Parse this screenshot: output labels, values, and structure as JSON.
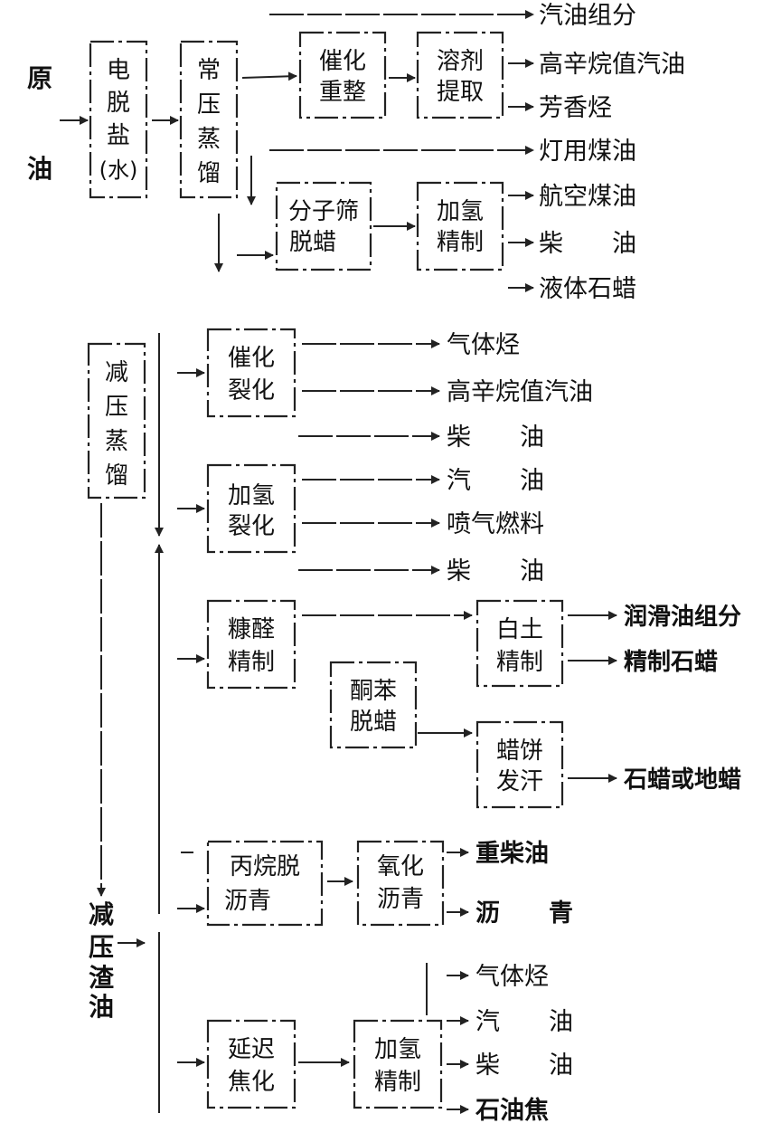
{
  "inputs": {
    "crude_oil": [
      "原",
      "油"
    ],
    "vacuum_residue": [
      "减",
      "压",
      "渣",
      "油"
    ]
  },
  "process_boxes": {
    "desalting": [
      "电",
      "脱",
      "盐",
      "(水)"
    ],
    "atm_distillation": [
      "常",
      "压",
      "蒸",
      "馏"
    ],
    "catalytic_reforming": [
      "催化",
      "重整"
    ],
    "solvent_extraction": [
      "溶剂",
      "提取"
    ],
    "molecular_sieve_dewaxing": [
      "分子筛",
      "脱蜡"
    ],
    "hydrofining_1": [
      "加氢",
      "精制"
    ],
    "vacuum_distillation": [
      "减",
      "压",
      "蒸",
      "馏"
    ],
    "catalytic_cracking": [
      "催化",
      "裂化"
    ],
    "hydrocracking": [
      "加氢",
      "裂化"
    ],
    "furfural_refining": [
      "糠醛",
      "精制"
    ],
    "ketone_benzene_dewaxing": [
      "酮苯",
      "脱蜡"
    ],
    "clay_refining": [
      "白土",
      "精制"
    ],
    "wax_sweating": [
      "蜡饼",
      "发汗"
    ],
    "propane_deasphalting": [
      "丙烷脱",
      "沥青"
    ],
    "asphalt_oxidation": [
      "氧化",
      "沥青"
    ],
    "delayed_coking": [
      "延迟",
      "焦化"
    ],
    "hydrofining_2": [
      "加氢",
      "精制"
    ]
  },
  "products": {
    "gasoline_components": "汽油组分",
    "high_octane_gasoline_1": "高辛烷值汽油",
    "aromatics": "芳香烃",
    "lamp_kerosene": "灯用煤油",
    "jet_kerosene": "航空煤油",
    "diesel_1": "柴　　油",
    "liquid_paraffin": "液体石蜡",
    "gaseous_hydrocarbons_1": "气体烃",
    "high_octane_gasoline_2": "高辛烷值汽油",
    "diesel_2": "柴　　油",
    "gasoline_1": "汽　　油",
    "jet_fuel": "喷气燃料",
    "diesel_3": "柴　　油",
    "lube_oil_components": "润滑油组分",
    "refined_paraffin": "精制石蜡",
    "paraffin_or_ceresin": "石蜡或地蜡",
    "heavy_diesel": "重柴油",
    "asphalt": "沥　　青",
    "gaseous_hydrocarbons_2": "气体烃",
    "gasoline_2": "汽　　油",
    "diesel_4": "柴　　油",
    "petroleum_coke": "石油焦"
  },
  "colors": {
    "ink": "#111111",
    "paper": "#ffffff"
  }
}
